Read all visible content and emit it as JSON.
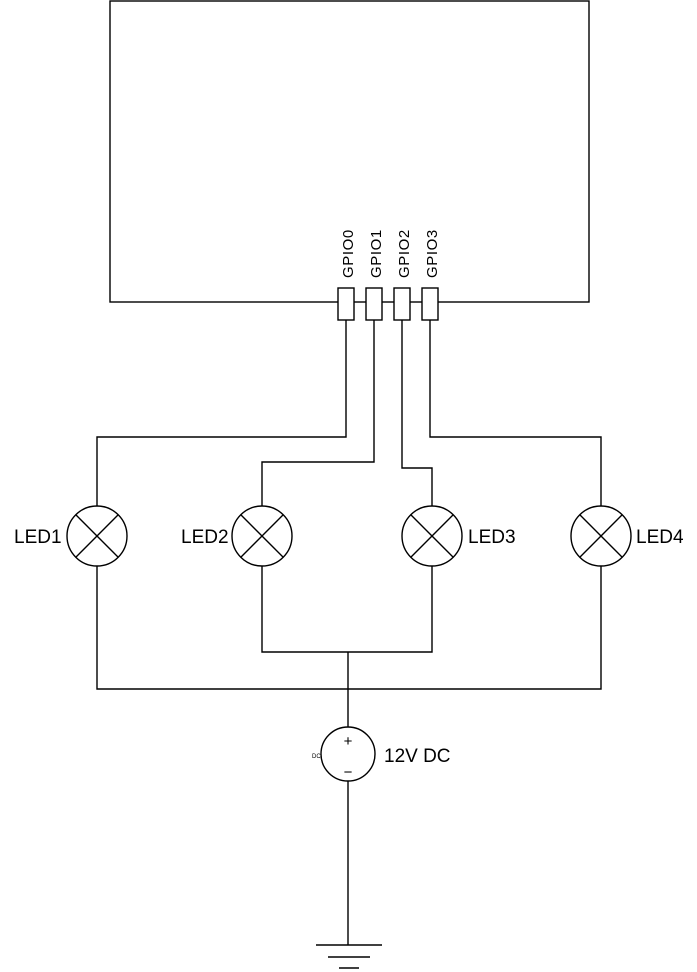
{
  "pins": [
    {
      "label": "GPIO0"
    },
    {
      "label": "GPIO1"
    },
    {
      "label": "GPIO2"
    },
    {
      "label": "GPIO3"
    }
  ],
  "leds": [
    {
      "label": "LED1"
    },
    {
      "label": "LED2"
    },
    {
      "label": "LED3"
    },
    {
      "label": "LED4"
    }
  ],
  "source": {
    "label": "12V DC",
    "tag": "DC",
    "plus": "+",
    "minus": "−"
  }
}
